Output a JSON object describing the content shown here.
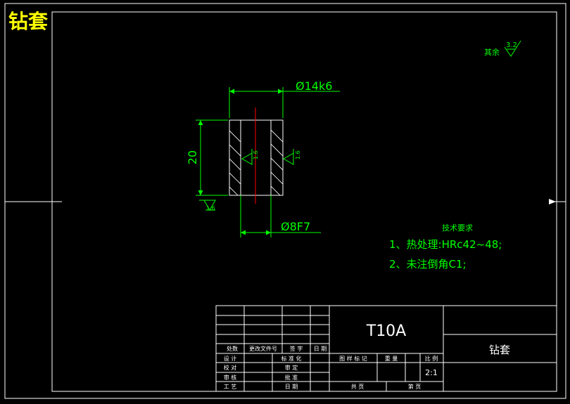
{
  "title": "钻套",
  "dimensions": {
    "outer_diameter": "Ø14k6",
    "inner_diameter": "Ø8F7",
    "height": "20"
  },
  "roughness": {
    "value": "1.6",
    "other": "3.2",
    "other_label": "其余"
  },
  "tech_requirements": {
    "heading": "技术要求",
    "items": [
      "1、热处理:HRc42~48;",
      "2、未注倒角C1;"
    ]
  },
  "title_block": {
    "material": "T10A",
    "part_name": "钻套",
    "scale": "2:1",
    "revision_headers": [
      "处数",
      "更改文件号",
      "签 字",
      "日 期"
    ],
    "sign_rows": [
      "设 计",
      "校 对",
      "审 核",
      "工 艺"
    ],
    "standardize_label": "标 准 化",
    "review_label": "审 定",
    "approve_label": "批 准",
    "date_label": "日 期",
    "marks_headers": [
      "图 样 标 记",
      "重 量",
      "比 例"
    ],
    "sheet_total": "共 页",
    "sheet_current": "第 页"
  }
}
